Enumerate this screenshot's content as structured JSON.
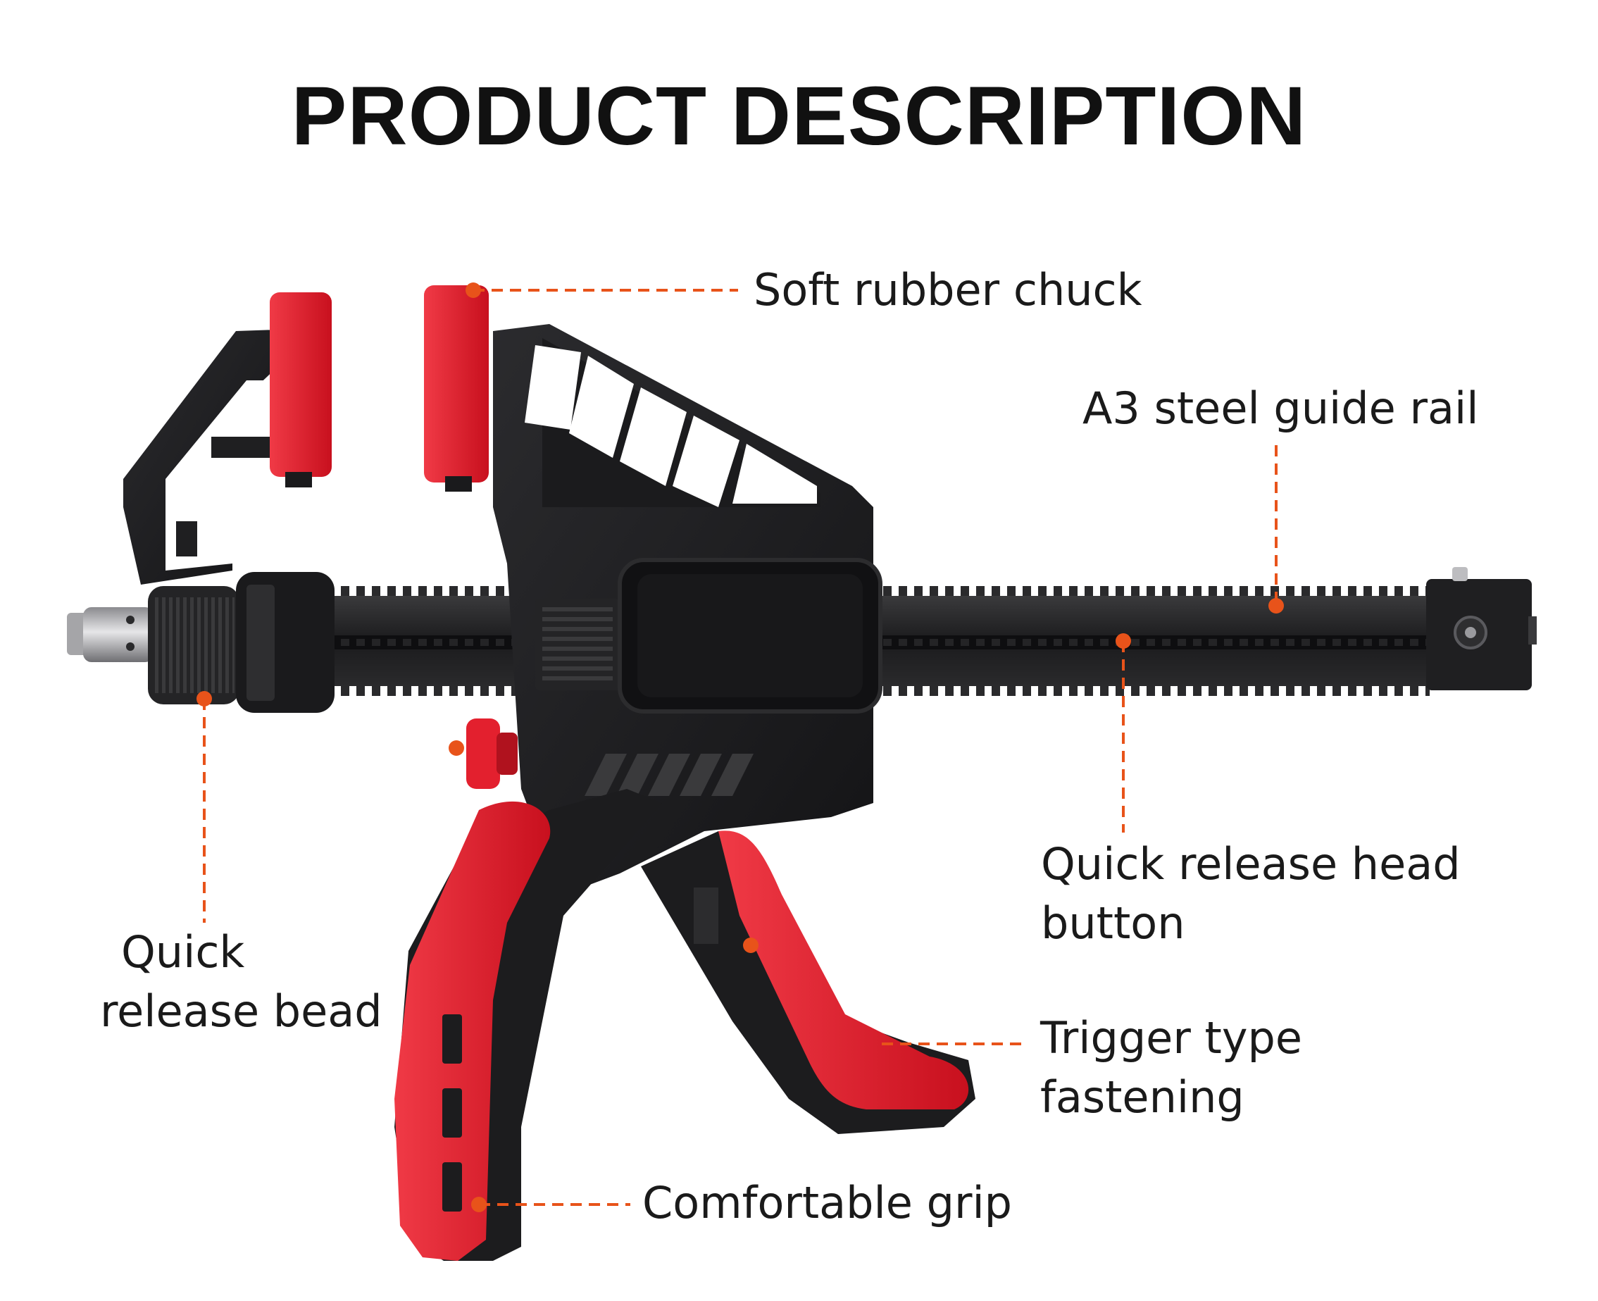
{
  "title": "PRODUCT DESCRIPTION",
  "callouts": {
    "soft_rubber_chuck": "Soft rubber chuck",
    "guide_rail": "A3 steel guide rail",
    "head_button": [
      "Quick release head",
      "button"
    ],
    "release_bead": [
      "Quick",
      "release bead"
    ],
    "trigger": [
      "Trigger type",
      "fastening"
    ],
    "grip": "Comfortable grip"
  },
  "colors": {
    "accent": "#e8531a",
    "body": "#1c1c1e",
    "red": "#e3202e",
    "text": "#1a1a1a"
  },
  "icons": [
    "f-clamp-illustration",
    "leader-dot"
  ]
}
